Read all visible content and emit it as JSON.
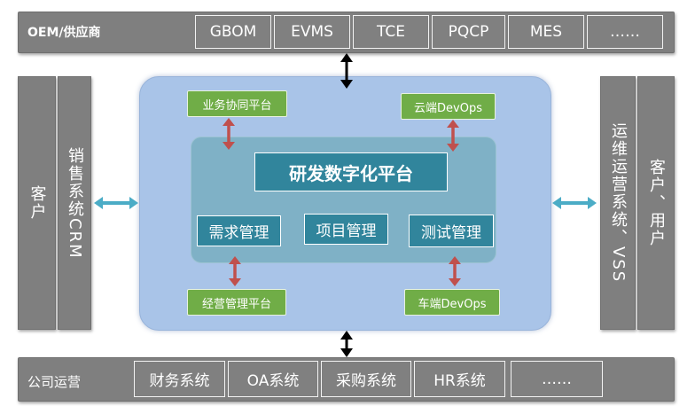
{
  "top_bar": {
    "title": "OEM/供应商",
    "items": [
      "GBOM",
      "EVMS",
      "TCE",
      "PQCP",
      "MES",
      "……"
    ]
  },
  "bottom_bar": {
    "title": "公司运营",
    "items": [
      "财务系统",
      "OA系统",
      "采购系统",
      "HR系统",
      "……"
    ]
  },
  "left": {
    "customer": "客户",
    "crm": "销售系统CRM"
  },
  "right": {
    "ops": "运维运营系统、VSS",
    "users": "客户、用户"
  },
  "platform": {
    "title": "研发数字化平台",
    "modules": [
      "需求管理",
      "项目管理",
      "测试管理"
    ],
    "biz_collab": "业务协同平台",
    "cloud_devops": "云端DevOps",
    "ops_mgmt": "经营管理平台",
    "vehicle_devops": "车端DevOps"
  },
  "colors": {
    "gray": "#7f7f7f",
    "panel_blue": "#a9c4e8",
    "inner_teal": "#7fb1c6",
    "green": "#70ad47",
    "dark_teal": "#31859c",
    "arrow_red": "#c0504d",
    "arrow_blue": "#4bacc6"
  }
}
